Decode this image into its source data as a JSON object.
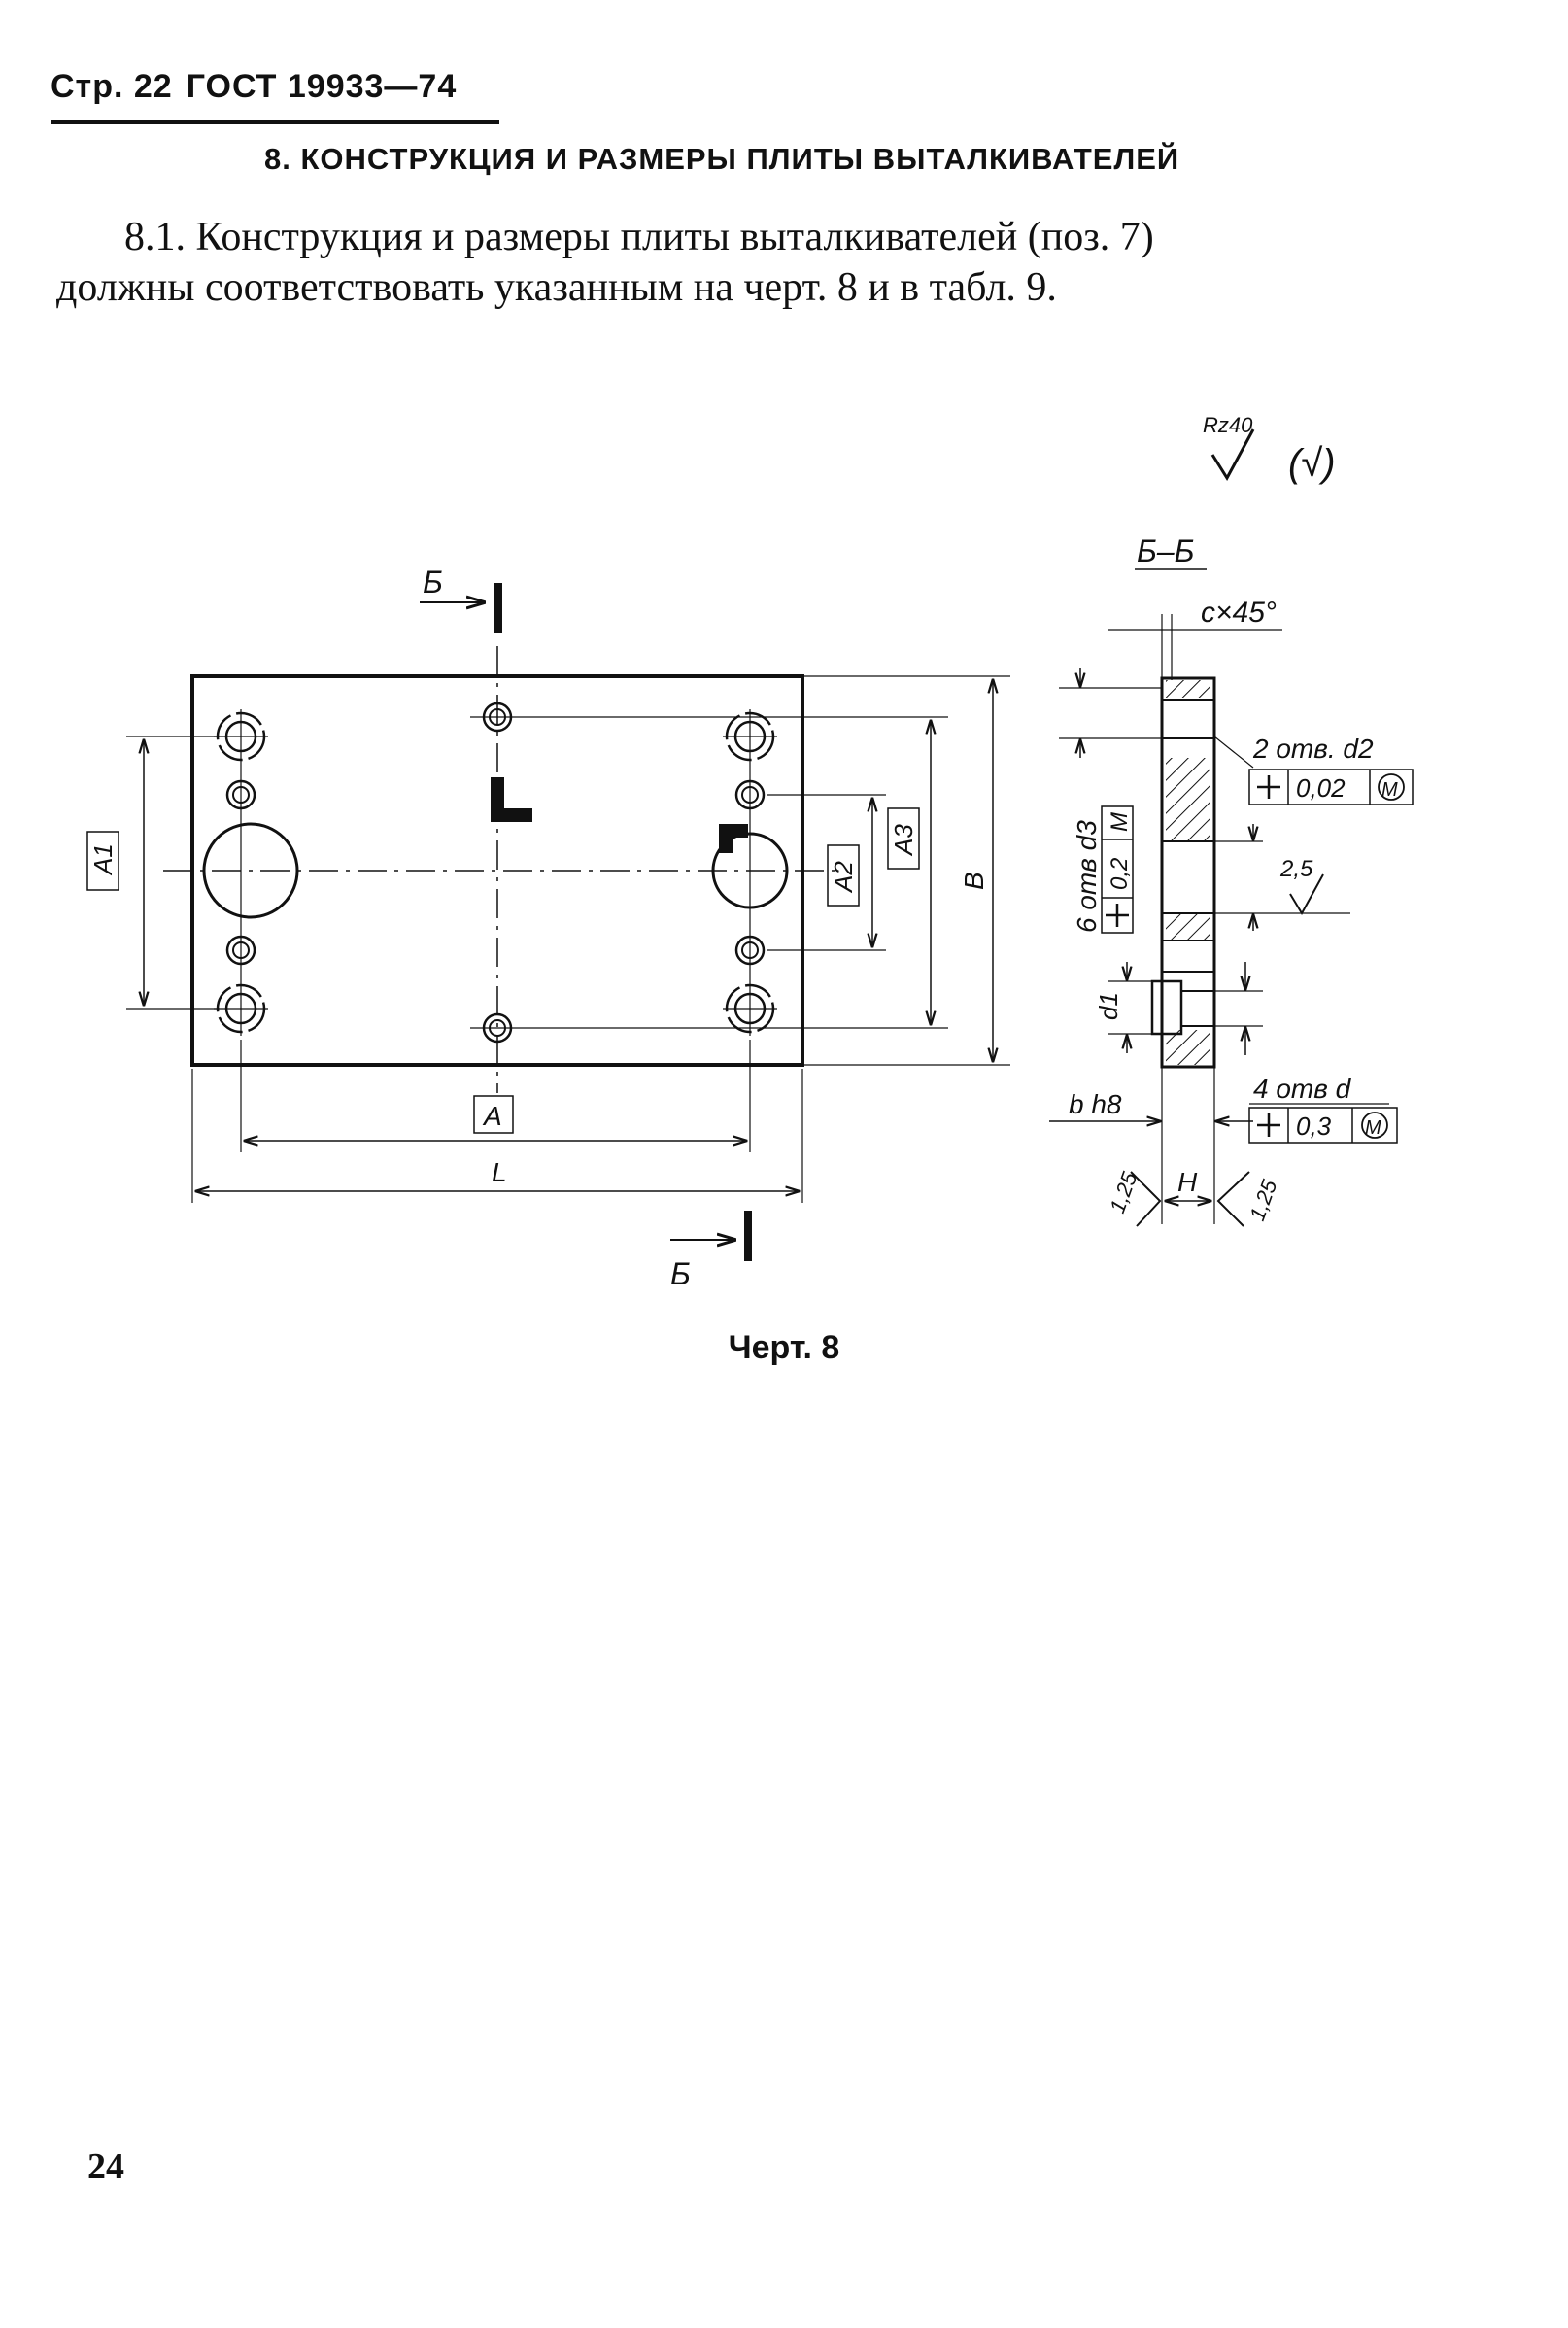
{
  "header": {
    "page": "Стр. 22",
    "standard": "ГОСТ 19933—74"
  },
  "section": {
    "title": "8. КОНСТРУКЦИЯ И РАЗМЕРЫ ПЛИТЫ ВЫТАЛКИВАТЕЛЕЙ",
    "paragraph_line1": "8.1. Конструкция и размеры плиты выталкивателей  (поз. 7)",
    "paragraph_line2": "должны соответствовать указанным на черт. 8 и в табл. 9."
  },
  "drawing": {
    "roughness_main": "Rz40",
    "roughness_rest": "(√)",
    "section_mark_top": "Б",
    "section_mark_bottom": "Б",
    "section_view_label": "Б–Б",
    "chamfer": "c×45°",
    "dim_A1": "A1",
    "dim_A2": "A2",
    "dim_A3": "A3",
    "dim_B": "B",
    "dim_A": "A",
    "dim_L": "L",
    "holes_d2": "2 отв. d2",
    "tol_d2": "0,02",
    "holes_d3": "6 отв d3",
    "tol_d3": "0,2",
    "roughness_25": "2,5",
    "dim_d1": "d1",
    "dim_bh8": "b h8",
    "holes_d": "4 отв d",
    "tol_d": "0,3",
    "dim_H": "H",
    "rough_left": "1,25",
    "rough_right": "1,25",
    "m_symbol": "M"
  },
  "caption": "Черт. 8",
  "page_number": "24"
}
